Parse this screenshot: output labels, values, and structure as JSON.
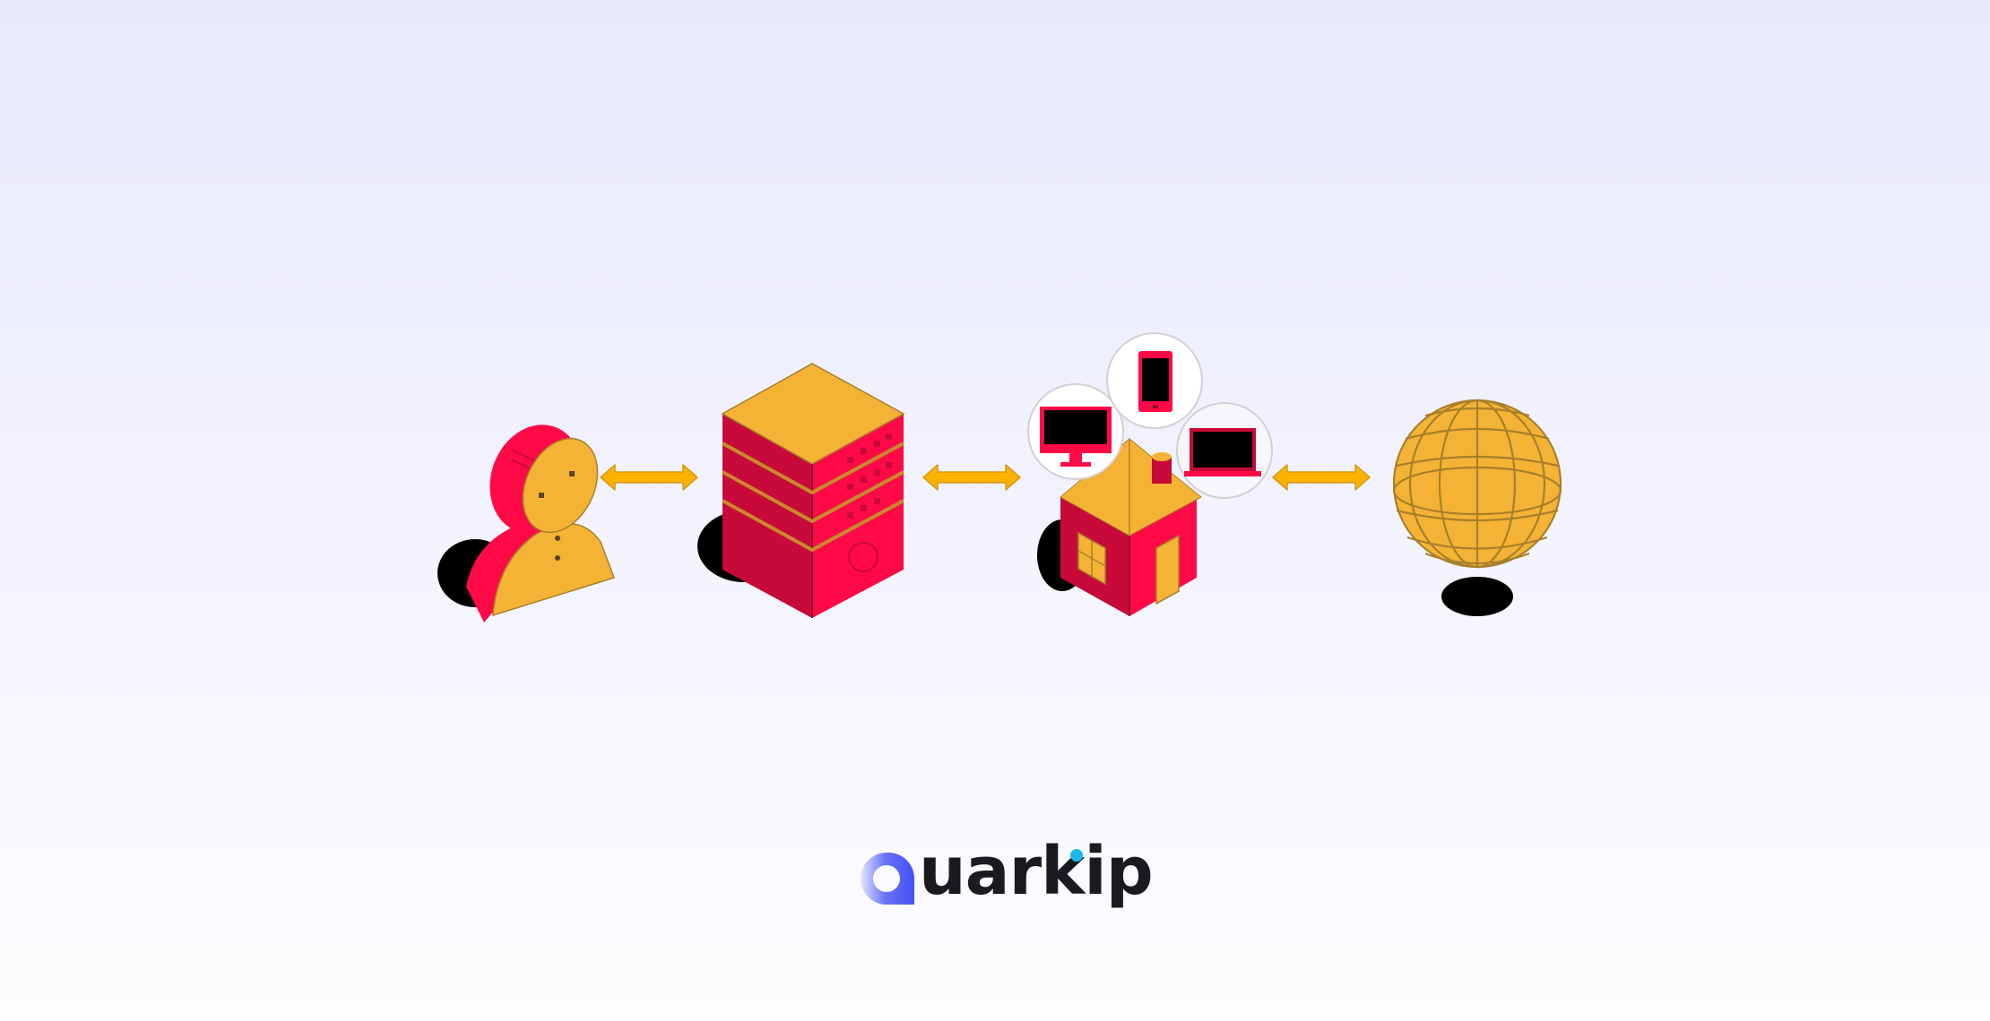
{
  "diagram": {
    "nodes": [
      {
        "id": "user",
        "label": "user-icon"
      },
      {
        "id": "server",
        "label": "server-icon"
      },
      {
        "id": "home-network",
        "label": "home-network-icon",
        "devices": [
          "desktop-monitor",
          "smartphone",
          "laptop"
        ]
      },
      {
        "id": "internet",
        "label": "globe-icon"
      }
    ],
    "edges": [
      {
        "from": "user",
        "to": "server",
        "type": "bidirectional"
      },
      {
        "from": "server",
        "to": "home-network",
        "type": "bidirectional"
      },
      {
        "from": "home-network",
        "to": "internet",
        "type": "bidirectional"
      }
    ]
  },
  "brand": {
    "logo_letter": "Q",
    "logo_rest": "uarkip",
    "name": "Quarkip"
  },
  "colors": {
    "background_top": "#e8e9fd",
    "background_bottom": "#fdfdff",
    "red": "#ff0a47",
    "red_dark": "#c80a3a",
    "amber": "#f5b335",
    "amber_line": "#a8802a",
    "arrow": "#fbb100",
    "logo_blue": "#4350f5",
    "logo_dot": "#1bb8f0",
    "logo_text": "#1b1b1f"
  }
}
